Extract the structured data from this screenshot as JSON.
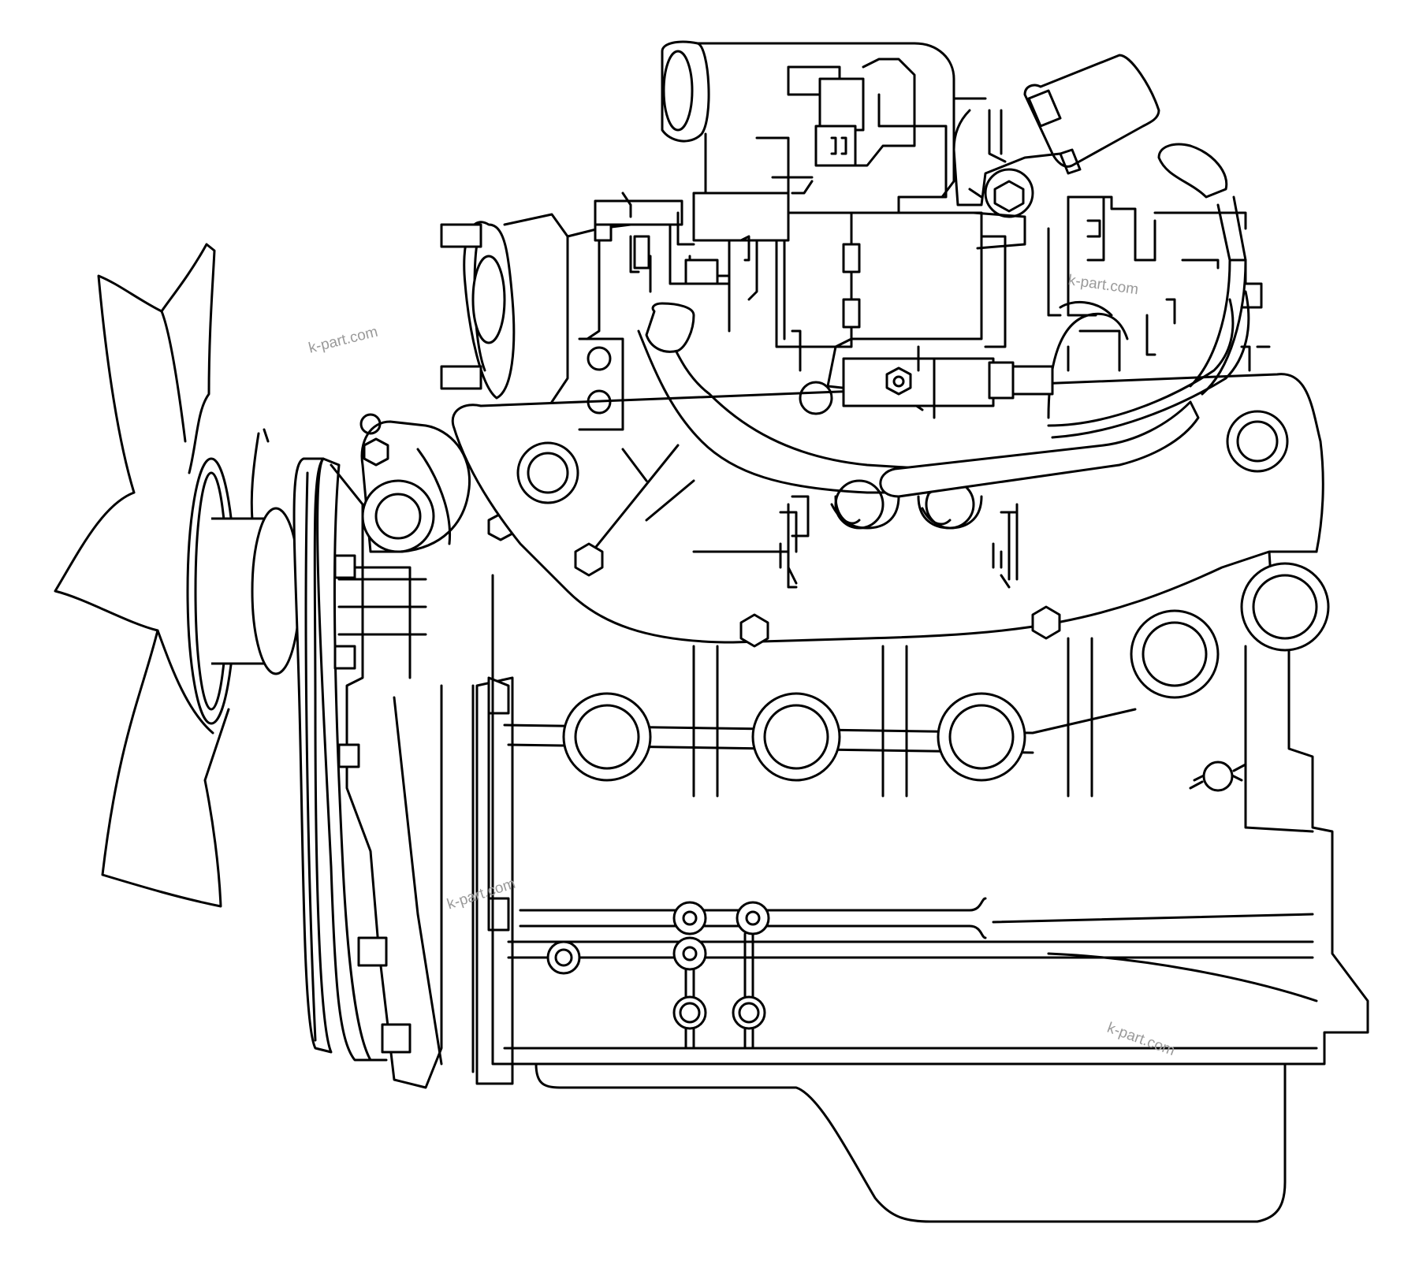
{
  "image": {
    "subject": "engine-assembly",
    "background": "#ffffff",
    "line_color": "#000000"
  },
  "watermarks": [
    "k-part.com",
    "k-part.com",
    "k-part.com",
    "k-part.com"
  ],
  "watermark_color": "#9a9a9a"
}
